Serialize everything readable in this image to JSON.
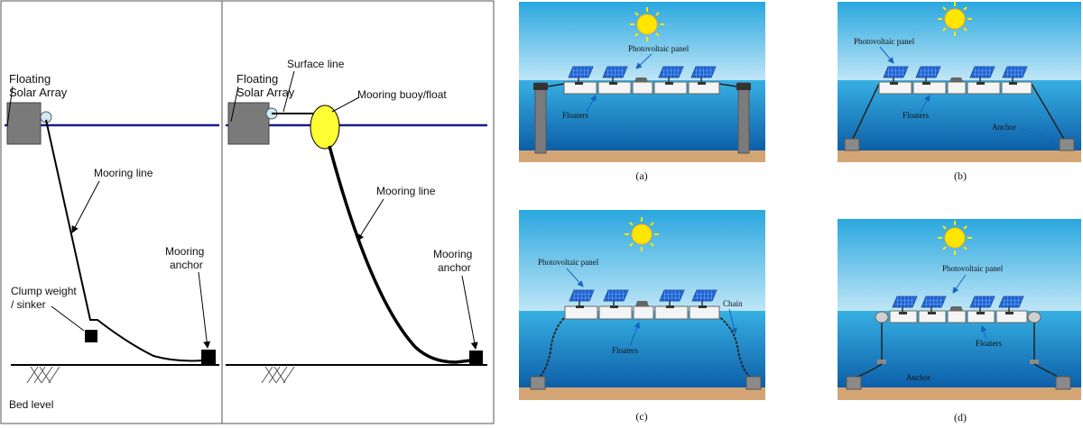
{
  "left_diagram": {
    "panel1": {
      "array_label_1": "Floating",
      "array_label_2": "Solar Array",
      "mooring_line": "Mooring line",
      "clump_1": "Clump weight",
      "clump_2": "/ sinker",
      "anchor_1": "Mooring",
      "anchor_2": "anchor",
      "bed_level": "Bed level"
    },
    "panel2": {
      "array_label_1": "Floating",
      "array_label_2": "Solar Array",
      "surface_line": "Surface line",
      "buoy": "Mooring buoy/float",
      "mooring_line": "Mooring line",
      "anchor_1": "Mooring",
      "anchor_2": "anchor"
    }
  },
  "scenes": {
    "a": {
      "caption": "(a)",
      "pv_label": "Photovoltaic panel",
      "floaters_label": "Floaters"
    },
    "b": {
      "caption": "(b)",
      "pv_label": "Photovoltaic panel",
      "floaters_label": "Floaters",
      "anchor_label": "Anchor"
    },
    "c": {
      "caption": "(c)",
      "pv_label": "Photovoltaic panel",
      "floaters_label": "Floaters",
      "chain_label": "Chain"
    },
    "d": {
      "caption": "(d)",
      "pv_label": "Photovoltaic panel",
      "floaters_label": "Floaters",
      "anchor_label": "Anchor"
    }
  },
  "colors": {
    "sky_top": "#2aa7df",
    "sky_bottom": "#bfe6f7",
    "sea_top": "#37b0e3",
    "sea_bottom": "#0d5fa8",
    "seabed": "#d4a574",
    "sun": "#ffe600",
    "waterline": "#1a1a8c",
    "buoy": "#ffff33"
  }
}
